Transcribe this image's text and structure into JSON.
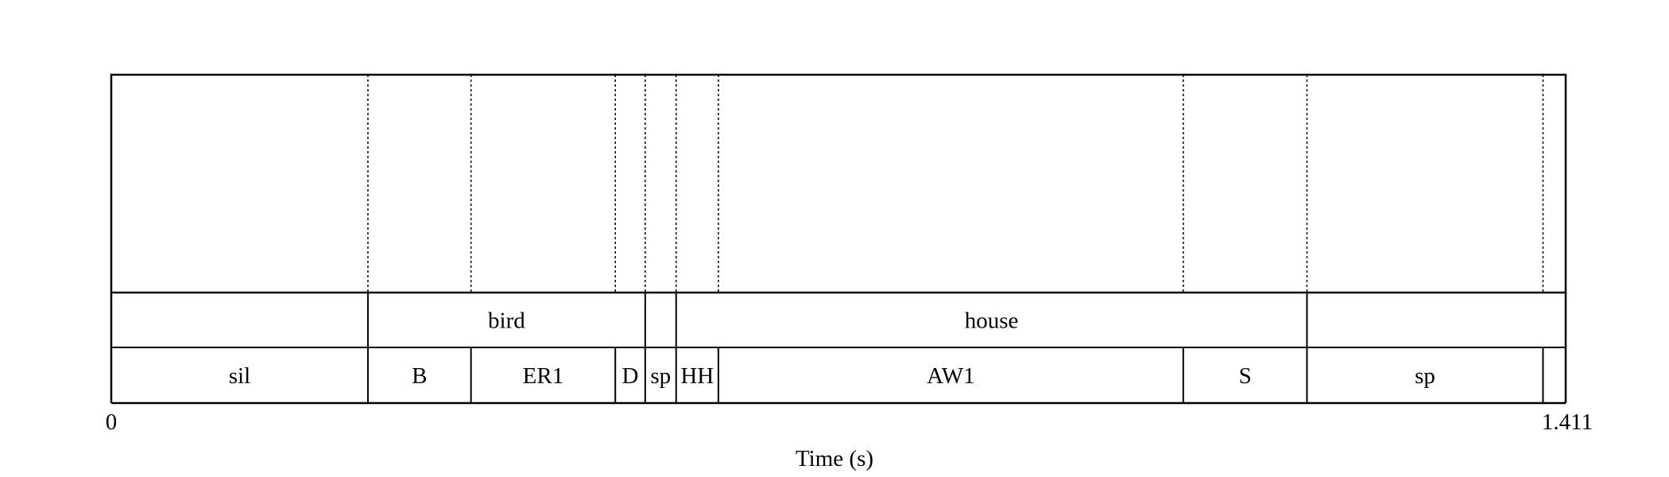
{
  "chart_data": {
    "type": "textgrid",
    "duration": 1.411,
    "x_start_label": "0",
    "x_end_label": "1.411",
    "xlabel": "Time (s)",
    "word_tier": {
      "intervals": [
        {
          "start": 0.0,
          "end": 0.249,
          "label": ""
        },
        {
          "start": 0.249,
          "end": 0.518,
          "label": "bird"
        },
        {
          "start": 0.518,
          "end": 0.548,
          "label": ""
        },
        {
          "start": 0.548,
          "end": 1.16,
          "label": "house"
        },
        {
          "start": 1.16,
          "end": 1.411,
          "label": ""
        }
      ]
    },
    "phone_tier": {
      "intervals": [
        {
          "start": 0.0,
          "end": 0.249,
          "label": "sil"
        },
        {
          "start": 0.249,
          "end": 0.349,
          "label": "B"
        },
        {
          "start": 0.349,
          "end": 0.489,
          "label": "ER1"
        },
        {
          "start": 0.489,
          "end": 0.518,
          "label": "D"
        },
        {
          "start": 0.518,
          "end": 0.548,
          "label": "sp"
        },
        {
          "start": 0.548,
          "end": 0.589,
          "label": "HH"
        },
        {
          "start": 0.589,
          "end": 1.04,
          "label": "AW1"
        },
        {
          "start": 1.04,
          "end": 1.16,
          "label": "S"
        },
        {
          "start": 1.16,
          "end": 1.389,
          "label": "sp"
        },
        {
          "start": 1.389,
          "end": 1.411,
          "label": ""
        }
      ]
    },
    "boundary_lines_style": "dotted",
    "colors": {
      "line": "#000000",
      "background": "#ffffff"
    }
  }
}
